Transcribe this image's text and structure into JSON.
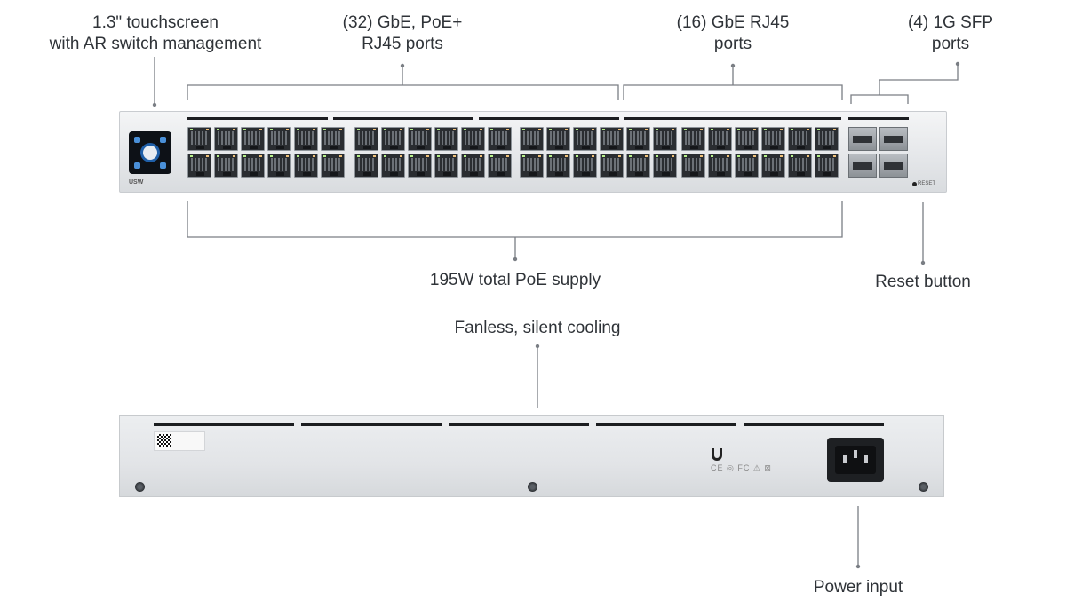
{
  "callouts": {
    "touchscreen": [
      "1.3\" touchscreen",
      "with AR switch management"
    ],
    "gbe_poe": [
      "(32) GbE, PoE+",
      "RJ45 ports"
    ],
    "gbe_rj45": [
      "(16) GbE RJ45",
      "ports"
    ],
    "sfp": [
      "(4) 1G SFP",
      "ports"
    ],
    "poe_supply": "195W total PoE supply",
    "reset_button": "Reset button",
    "fanless": "Fanless, silent cooling",
    "power_input": "Power input"
  },
  "front_panel": {
    "logo": "USW",
    "reset_label": "RESET"
  },
  "rear_panel": {
    "cert_marks": "CE ◎ FC ⚠ ⊠"
  },
  "colors": {
    "line": "#7a7e84",
    "text": "#2f3338",
    "port_bar": "#1b1d20",
    "touchscreen_accent": "#4a90d9"
  }
}
